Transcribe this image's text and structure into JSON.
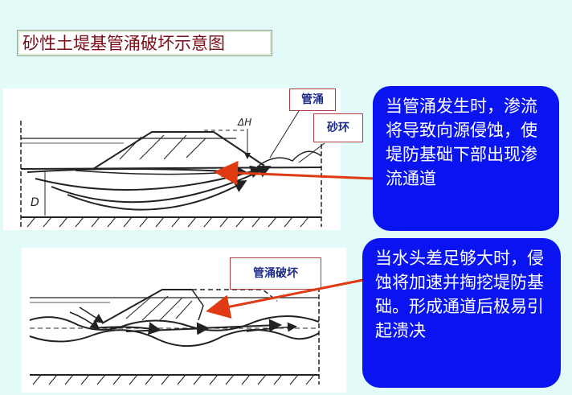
{
  "title": "砂性土堤基管涌破坏示意图",
  "figure1": {
    "label_piping": "管涌",
    "label_sand_ring": "砂环",
    "symbol_delta_h": "ΔH",
    "symbol_depth": "D"
  },
  "figure2": {
    "label_piping_failure": "管涌破坏"
  },
  "callouts": [
    "当管涌发生时，渗流将导致向源侵蚀，使堤防基础下部出现渗流通道",
    "当水头差足够大时，侵蚀将加速并掏挖堤防基础。形成通道后极易引起溃决"
  ],
  "colors": {
    "background": "#e2fbf9",
    "title_text": "#7a0a14",
    "callout_bg": "#0a14f0",
    "arrow": "#e03a12",
    "label_text": "#1a2a8a"
  }
}
